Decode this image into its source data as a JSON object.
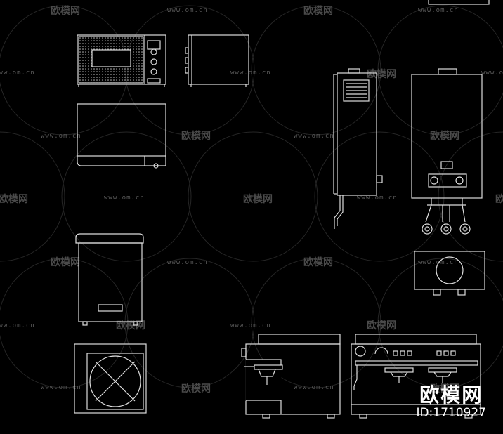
{
  "watermark": {
    "url_text": "www.om.cn",
    "brand_text": "欧模网"
  },
  "stamp": {
    "logo_text": "欧模网",
    "id_text": "ID:1710927"
  },
  "objects": [
    {
      "name": "microwave-front-view"
    },
    {
      "name": "microwave-side-view"
    },
    {
      "name": "microwave-top-view"
    },
    {
      "name": "water-heater-side-view"
    },
    {
      "name": "water-heater-front-view"
    },
    {
      "name": "water-heater-bottom-view"
    },
    {
      "name": "bin-front-view"
    },
    {
      "name": "bin-top-view"
    },
    {
      "name": "coffee-machine-side-view"
    },
    {
      "name": "coffee-machine-front-view"
    }
  ]
}
